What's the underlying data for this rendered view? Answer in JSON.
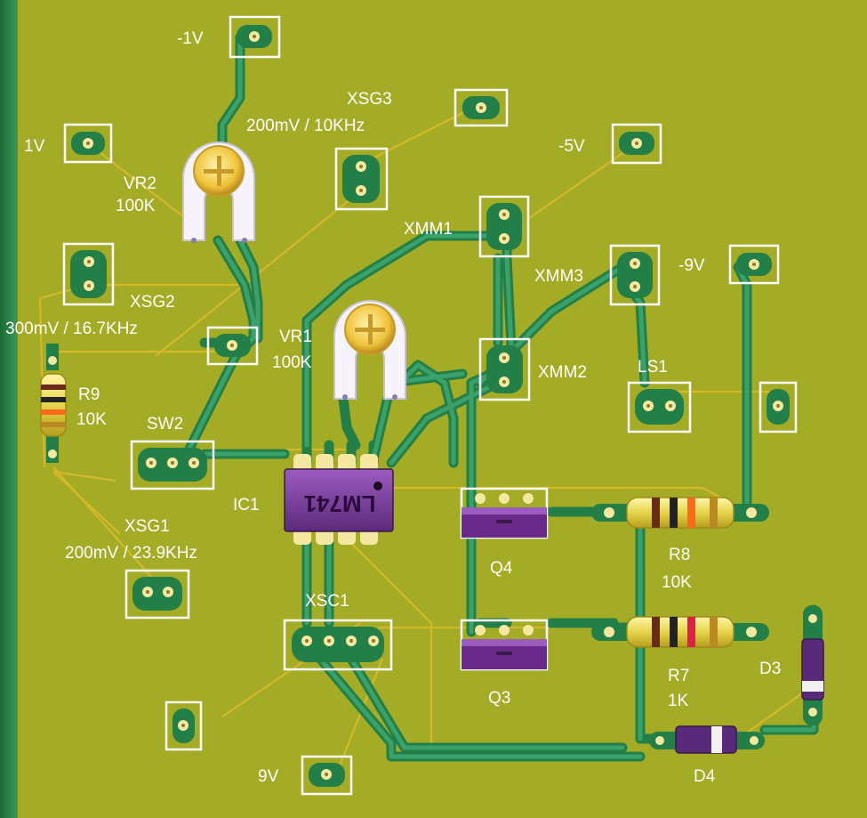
{
  "colors": {
    "board": "#a4ab25",
    "edge": "#1f7d3e",
    "trace": "#2f8f5d",
    "ratsnest": "#d4b92a",
    "pad": "#f4e8a0",
    "silkscreen": "#ffffff",
    "ic_body": "#7b3a9b",
    "resistor_body": "#e6d44a"
  },
  "labels": {
    "neg1v": "-1V",
    "pos1v": "1V",
    "xsg3": "XSG3",
    "xsg3_spec": "200mV / 10KHz",
    "neg5v": "-5V",
    "vr2": "VR2",
    "vr2_val": "100K",
    "xmm1": "XMM1",
    "xmm3": "XMM3",
    "neg9v": "-9V",
    "xsg2": "XSG2",
    "xsg2_spec": "300mV / 16.7KHz",
    "vr1": "VR1",
    "vr1_val": "100K",
    "xmm2": "XMM2",
    "ls1": "LS1",
    "r9": "R9",
    "r9_val": "10K",
    "sw2": "SW2",
    "ic1": "IC1",
    "ic1_part": "LM741",
    "xsg1": "XSG1",
    "xsg1_spec": "200mV / 23.9KHz",
    "q4": "Q4",
    "r8": "R8",
    "r8_val": "10K",
    "xsc1": "XSC1",
    "r7": "R7",
    "r7_val": "1K",
    "d3": "D3",
    "q3": "Q3",
    "pos9v": "9V",
    "d4": "D4"
  }
}
